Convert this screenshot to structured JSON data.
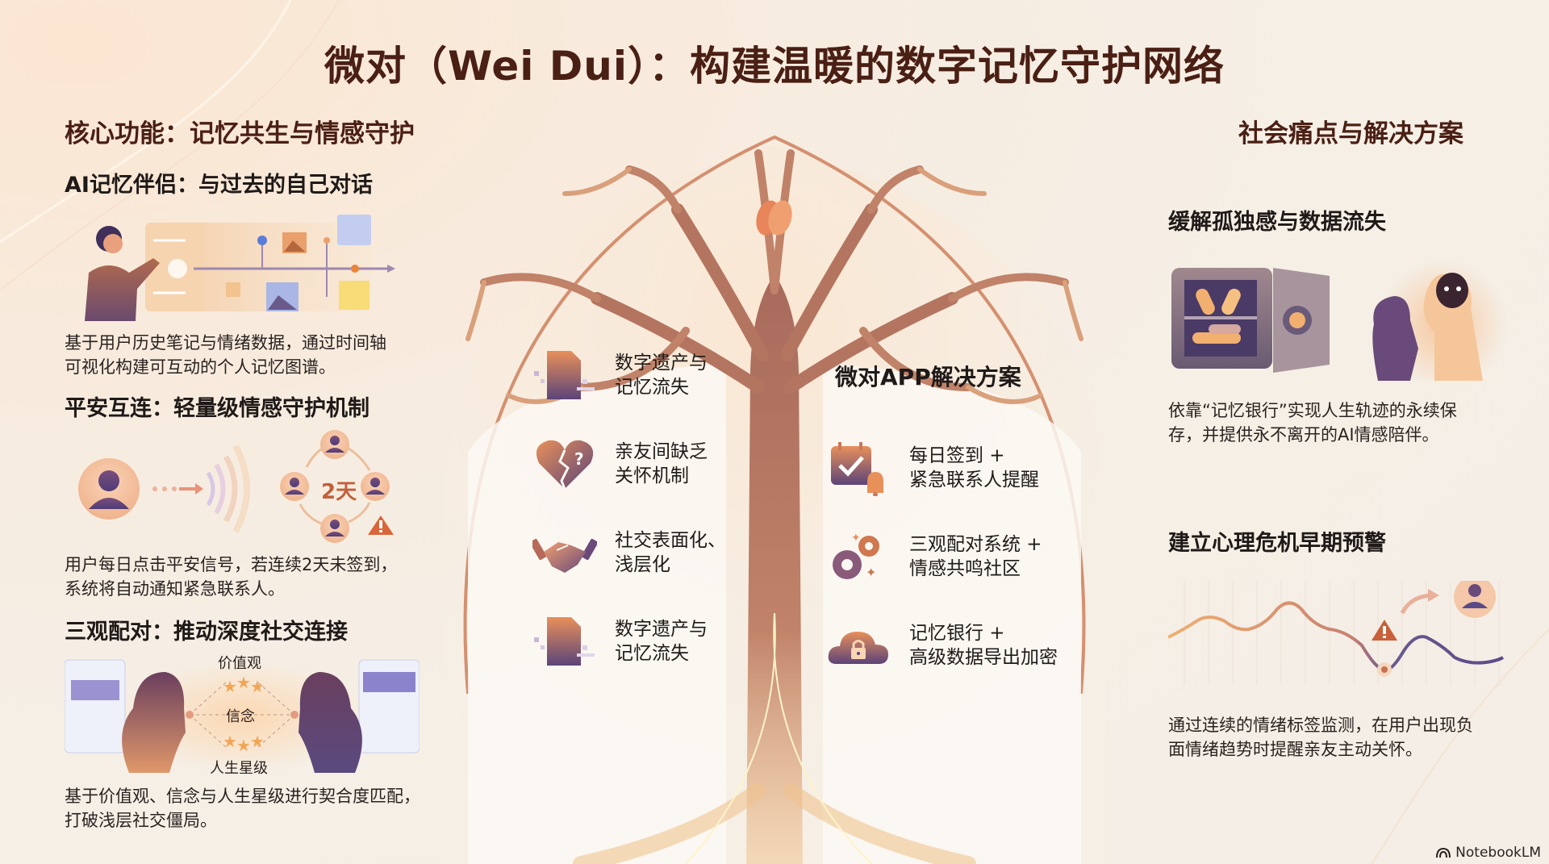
{
  "title": "微对（Wei Dui）：构建温暖的数字记忆守护网络",
  "left": {
    "section_title": "核心功能：记忆共生与情感守护",
    "features": [
      {
        "heading": "AI记忆伴侣：与过去的自己对话",
        "illustration": "timeline-memory-illustration",
        "description_lines": [
          "基于用户历史笔记与情绪数据，通过时间轴",
          "可视化构建可互动的个人记忆图谱。"
        ]
      },
      {
        "heading": "平安互连：轻量级情感守护机制",
        "illustration": "safety-signal-illustration",
        "cycle_label": "2天",
        "description_lines": [
          "用户每日点击平安信号，若连续2天未签到，",
          "系统将自动通知紧急联系人。"
        ]
      },
      {
        "heading": "三观配对：推动深度社交连接",
        "illustration": "values-matching-illustration",
        "match_labels": [
          "价值观",
          "信念",
          "人生星级"
        ],
        "description_lines": [
          "基于价值观、信念与人生星级进行契合度匹配，",
          "打破浅层社交僵局。"
        ]
      }
    ]
  },
  "center": {
    "pain_points": [
      {
        "icon": "fading-document-icon",
        "label": "数字遗产与\n记忆流失"
      },
      {
        "icon": "broken-heart-question-icon",
        "label": "亲友间缺乏\n关怀机制"
      },
      {
        "icon": "handshake-icon",
        "label": "社交表面化、\n浅层化"
      },
      {
        "icon": "fading-document-icon",
        "label": "数字遗产与\n记忆流失"
      }
    ],
    "solutions_title": "微对APP解决方案",
    "solutions": [
      {
        "icon": "calendar-check-bell-icon",
        "label": "每日签到 +\n紧急联系人提醒"
      },
      {
        "icon": "gears-sparkle-icon",
        "label": "三观配对系统 +\n情感共鸣社区"
      },
      {
        "icon": "cloud-lock-icon",
        "label": "记忆银行 +\n高级数据导出加密"
      }
    ]
  },
  "right": {
    "section_title": "社会痛点与解决方案",
    "blocks": [
      {
        "heading": "缓解孤独感与数据流失",
        "illustration": "memory-vault-companion-illustration",
        "description_lines": [
          "依靠“记忆银行”实现人生轨迹的永续保",
          "存，并提供永不离开的AI情感陪伴。"
        ]
      },
      {
        "heading": "建立心理危机早期预警",
        "illustration": "emotion-trend-chart-illustration",
        "description_lines": [
          "通过连续的情绪标签监测，在用户出现负",
          "面情绪趋势时提醒亲友主动关怀。"
        ]
      }
    ]
  },
  "footer": {
    "brand": "NotebookLM"
  },
  "colors": {
    "title": "#4a1f14",
    "accent_orange": "#e8935a",
    "accent_purple": "#5b4479",
    "tree_brown": "#a86a5c",
    "background": "#f5efe6"
  }
}
